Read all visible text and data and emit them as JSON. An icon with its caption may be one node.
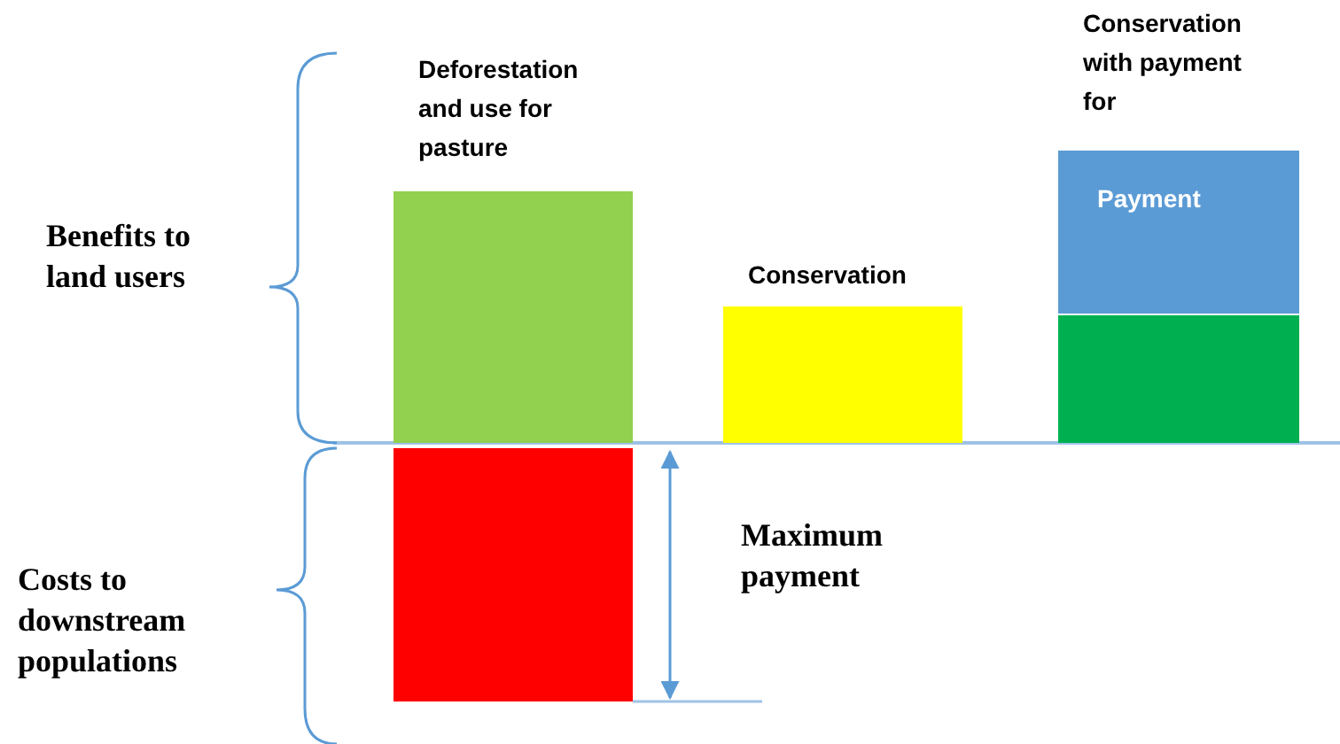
{
  "diagram": {
    "nodes": [
      {
        "text": [
          "Deforestation and use for pasture"
        ]
      },
      {
        "text": [
          "Conservation"
        ]
      },
      {
        "text": [
          "Conservation with payment for"
        ]
      },
      {
        "text": [
          "Payment"
        ],
        "in": 2
      },
      {
        "text": [],
        "shape": "bar",
        "in": 2
      },
      {
        "text": [],
        "shape": "bar"
      }
    ],
    "edges": [],
    "labels": [
      "Benefits to land users",
      "Costs to downstream populations",
      "Maximum payment"
    ]
  }
}
